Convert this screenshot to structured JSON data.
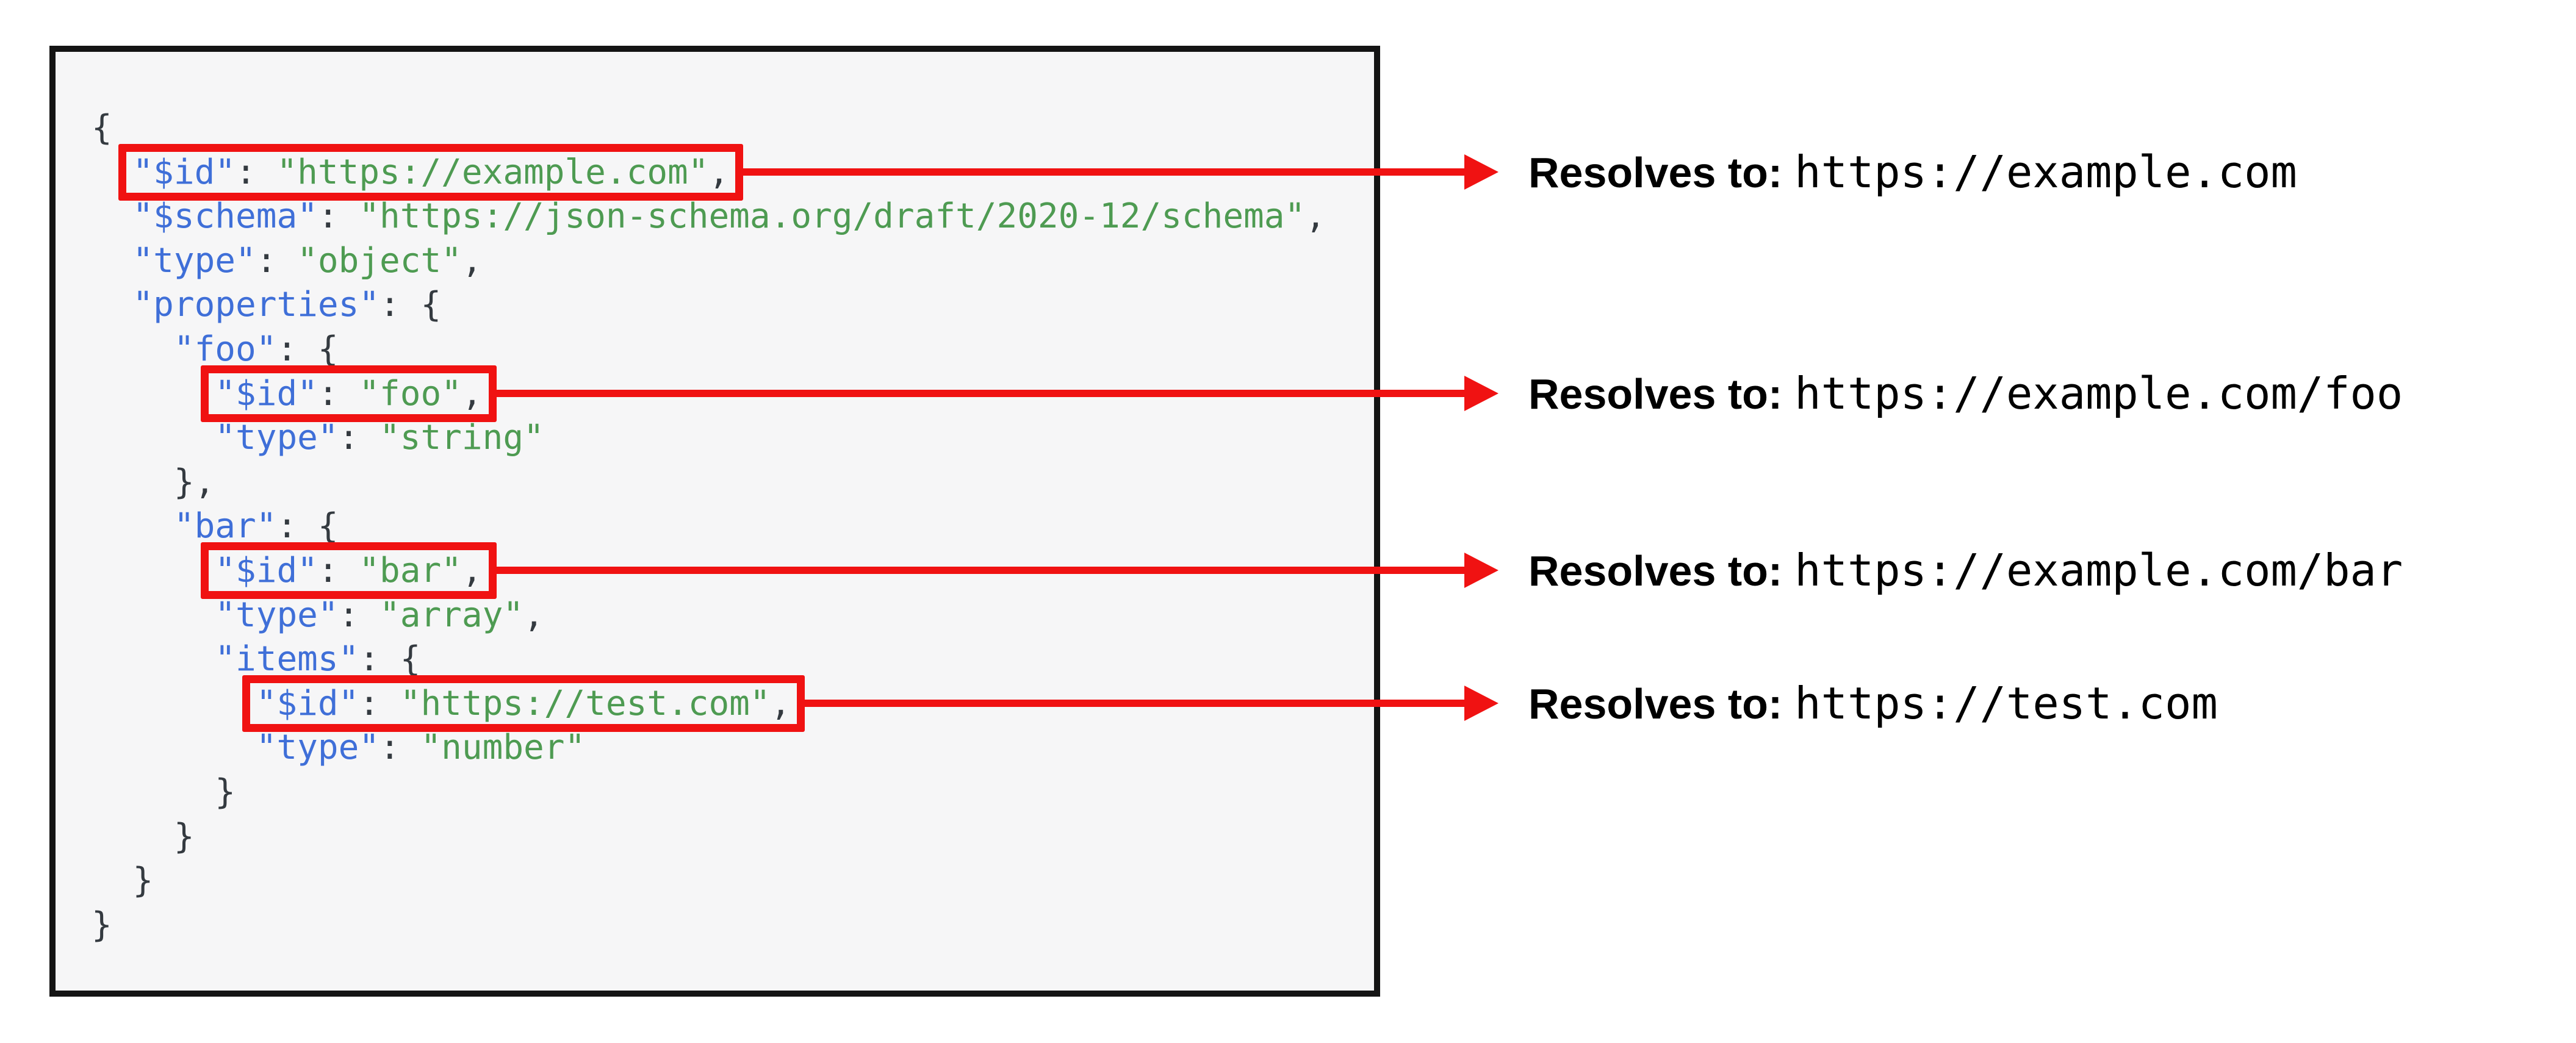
{
  "colors": {
    "key_blue": "#3F6FD8",
    "string_green": "#4E9B52",
    "punct": "#343A40",
    "highlight_red": "#F01212",
    "panel_bg": "#F6F6F7",
    "panel_border": "#141414",
    "text_black": "#000000",
    "page_bg": "#FFFFFF"
  },
  "code": {
    "indent_unit": 2,
    "lines": [
      {
        "indent": 0,
        "tokens": [
          [
            "p",
            "{"
          ]
        ]
      },
      {
        "indent": 1,
        "box": 0,
        "tokens": [
          [
            "k",
            "\"$id\""
          ],
          [
            "p",
            ": "
          ],
          [
            "s",
            "\"https://example.com\""
          ],
          [
            "p",
            ","
          ]
        ]
      },
      {
        "indent": 1,
        "tokens": [
          [
            "k",
            "\"$schema\""
          ],
          [
            "p",
            ": "
          ],
          [
            "s",
            "\"https://json-schema.org/draft/2020-12/schema\""
          ],
          [
            "p",
            ","
          ]
        ]
      },
      {
        "indent": 1,
        "tokens": [
          [
            "k",
            "\"type\""
          ],
          [
            "p",
            ": "
          ],
          [
            "s",
            "\"object\""
          ],
          [
            "p",
            ","
          ]
        ]
      },
      {
        "indent": 1,
        "tokens": [
          [
            "k",
            "\"properties\""
          ],
          [
            "p",
            ": {"
          ]
        ]
      },
      {
        "indent": 2,
        "tokens": [
          [
            "k",
            "\"foo\""
          ],
          [
            "p",
            ": {"
          ]
        ]
      },
      {
        "indent": 3,
        "box": 1,
        "tokens": [
          [
            "k",
            "\"$id\""
          ],
          [
            "p",
            ": "
          ],
          [
            "s",
            "\"foo\""
          ],
          [
            "p",
            ","
          ]
        ]
      },
      {
        "indent": 3,
        "tokens": [
          [
            "k",
            "\"type\""
          ],
          [
            "p",
            ": "
          ],
          [
            "s",
            "\"string\""
          ]
        ]
      },
      {
        "indent": 2,
        "tokens": [
          [
            "p",
            "},"
          ]
        ]
      },
      {
        "indent": 2,
        "tokens": [
          [
            "k",
            "\"bar\""
          ],
          [
            "p",
            ": {"
          ]
        ]
      },
      {
        "indent": 3,
        "box": 2,
        "tokens": [
          [
            "k",
            "\"$id\""
          ],
          [
            "p",
            ": "
          ],
          [
            "s",
            "\"bar\""
          ],
          [
            "p",
            ","
          ]
        ]
      },
      {
        "indent": 3,
        "tokens": [
          [
            "k",
            "\"type\""
          ],
          [
            "p",
            ": "
          ],
          [
            "s",
            "\"array\""
          ],
          [
            "p",
            ","
          ]
        ]
      },
      {
        "indent": 3,
        "tokens": [
          [
            "k",
            "\"items\""
          ],
          [
            "p",
            ": {"
          ]
        ]
      },
      {
        "indent": 4,
        "box": 3,
        "tokens": [
          [
            "k",
            "\"$id\""
          ],
          [
            "p",
            ": "
          ],
          [
            "s",
            "\"https://test.com\""
          ],
          [
            "p",
            ","
          ]
        ]
      },
      {
        "indent": 4,
        "tokens": [
          [
            "k",
            "\"type\""
          ],
          [
            "p",
            ": "
          ],
          [
            "s",
            "\"number\""
          ]
        ]
      },
      {
        "indent": 3,
        "tokens": [
          [
            "p",
            "}"
          ]
        ]
      },
      {
        "indent": 2,
        "tokens": [
          [
            "p",
            "}"
          ]
        ]
      },
      {
        "indent": 1,
        "tokens": [
          [
            "p",
            "}"
          ]
        ]
      },
      {
        "indent": 0,
        "tokens": [
          [
            "p",
            "}"
          ]
        ]
      }
    ]
  },
  "annotations": [
    {
      "label": "Resolves to:",
      "url": "https://example.com"
    },
    {
      "label": "Resolves to:",
      "url": "https://example.com/foo"
    },
    {
      "label": "Resolves to:",
      "url": "https://example.com/bar"
    },
    {
      "label": "Resolves to:",
      "url": "https://test.com"
    }
  ]
}
